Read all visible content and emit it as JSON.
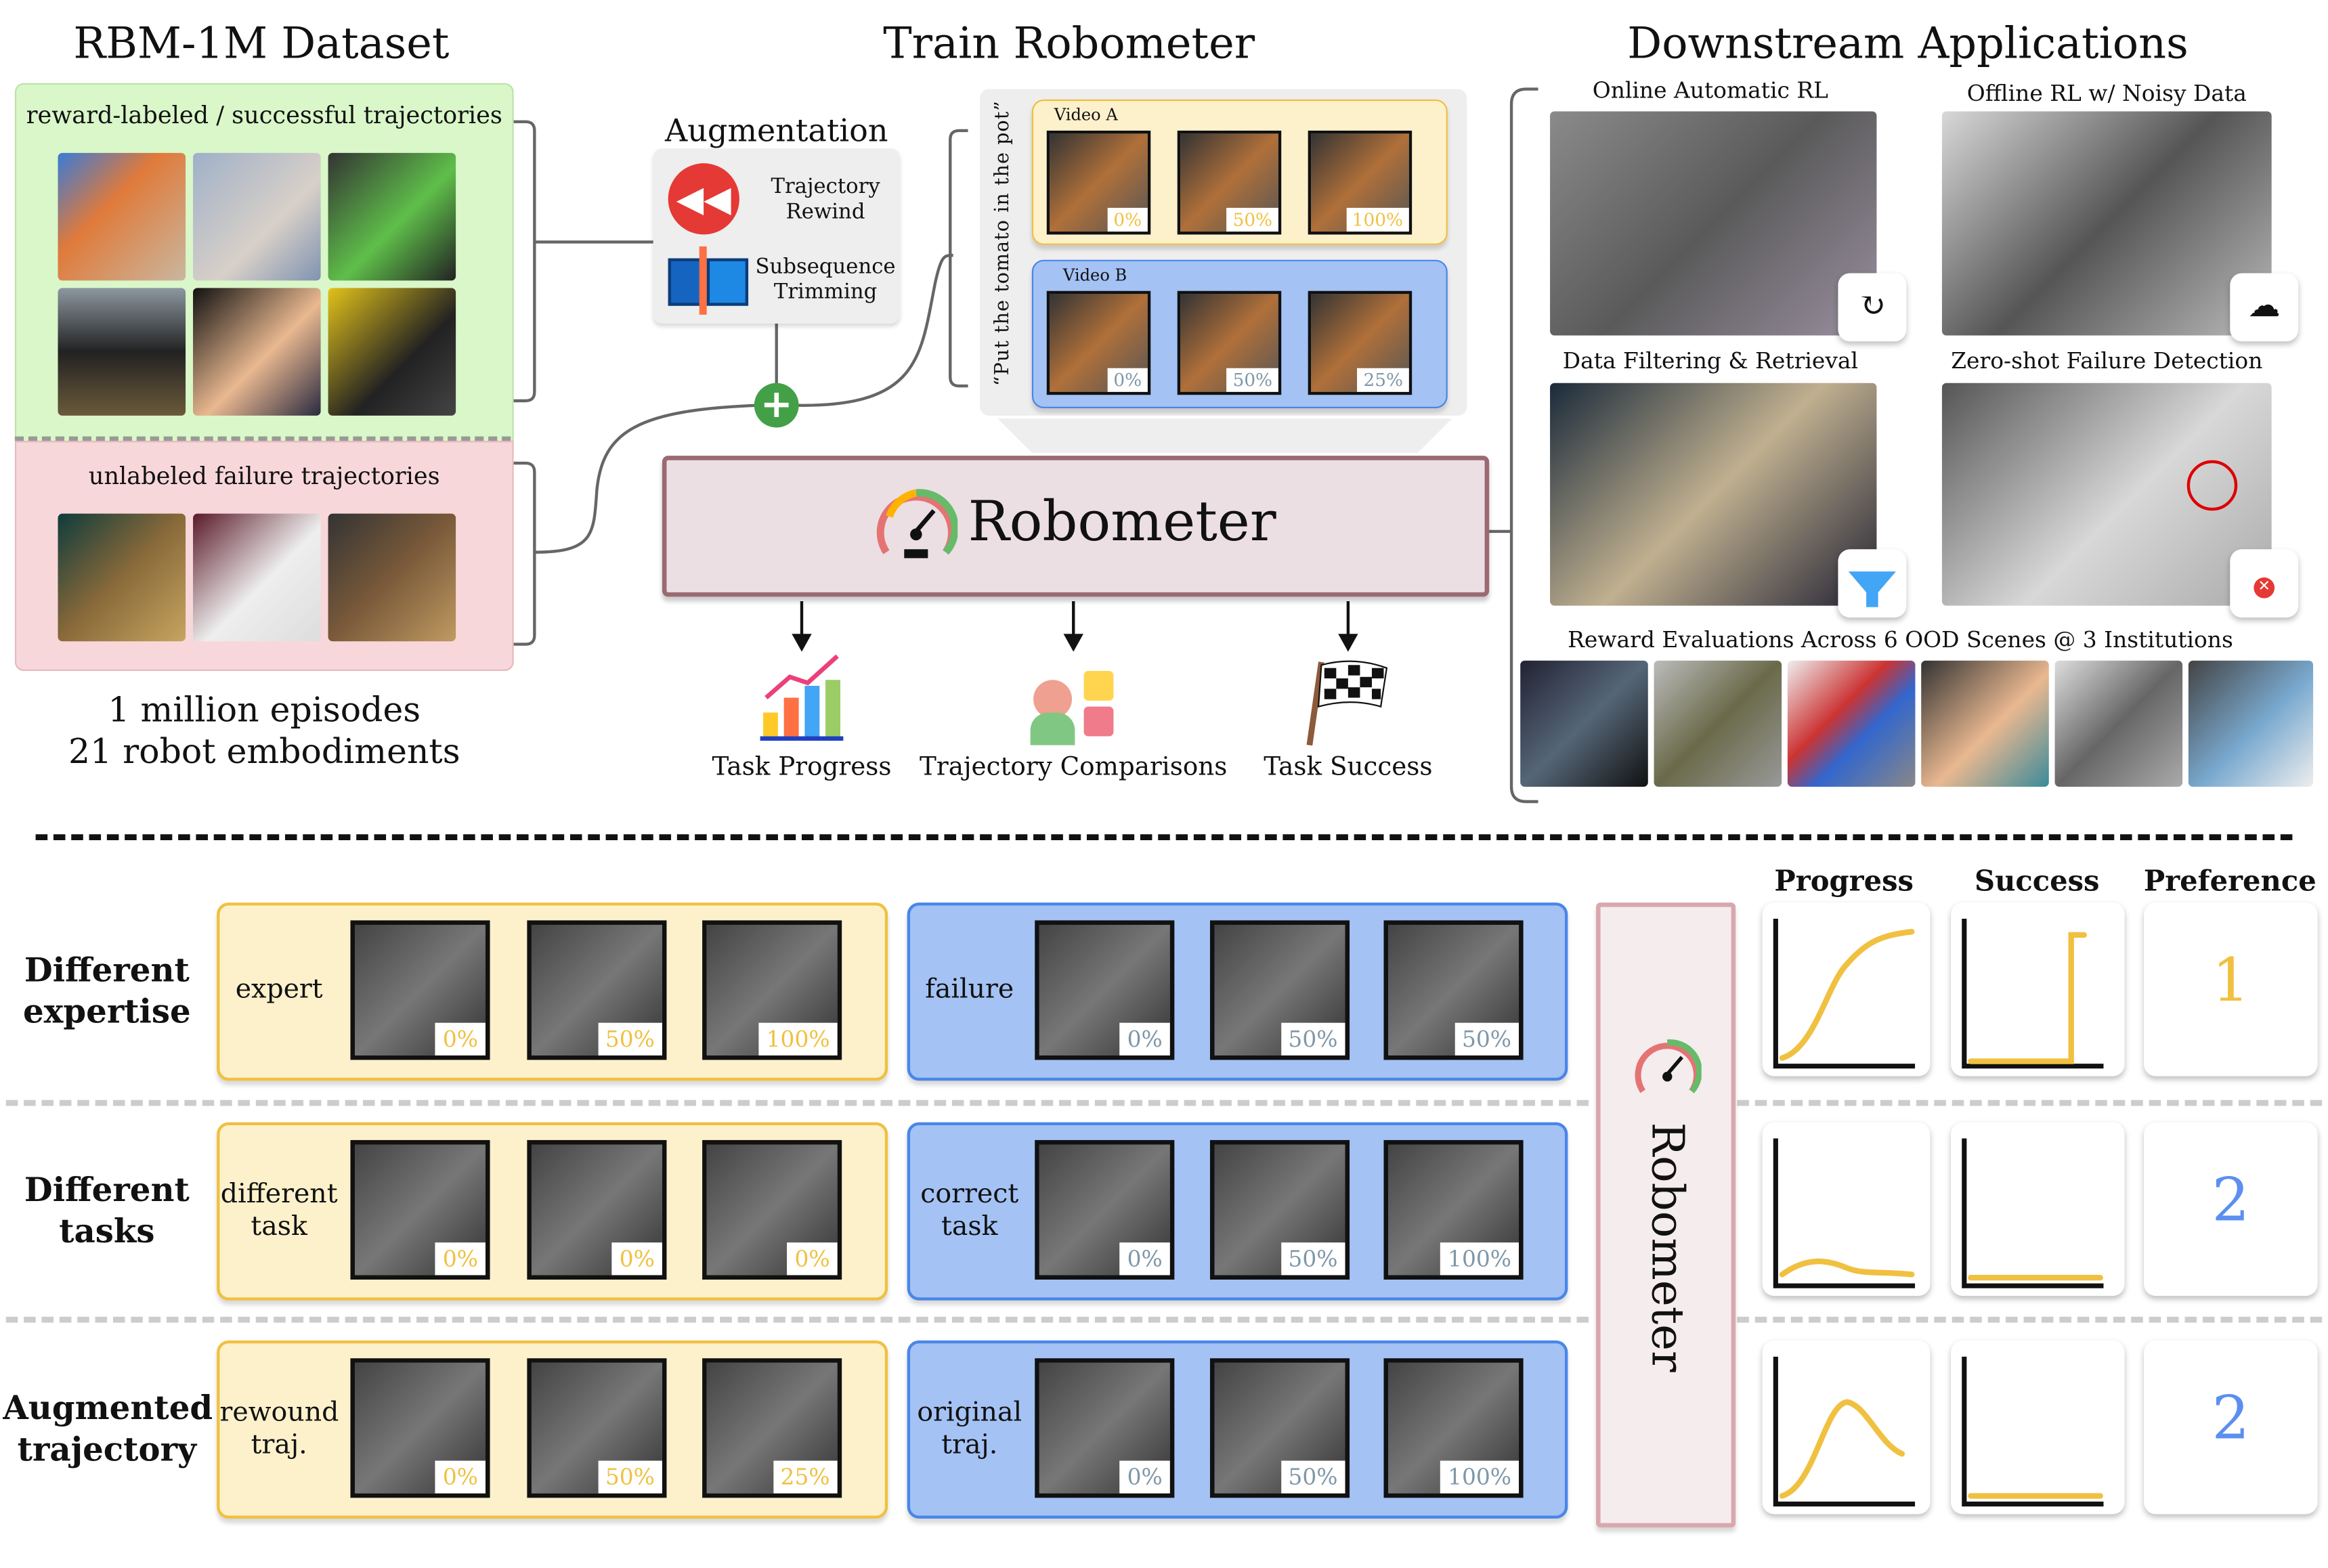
{
  "top": {
    "dataset": {
      "title": "RBM-1M Dataset",
      "success_label": "reward-labeled / successful trajectories",
      "failure_label": "unlabeled failure trajectories",
      "stats": [
        "1 million episodes",
        "21 robot embodiments"
      ]
    },
    "train": {
      "title": "Train Robometer",
      "augmentation": {
        "title": "Augmentation",
        "items": [
          {
            "label": "Trajectory Rewind",
            "icon": "rewind-icon"
          },
          {
            "label": "Subsequence Trimming",
            "icon": "film-trim-icon"
          }
        ]
      },
      "instruction": "“Put the tomato in the pot”",
      "videos": [
        {
          "label": "Video A",
          "progress": [
            "0%",
            "50%",
            "100%"
          ]
        },
        {
          "label": "Video B",
          "progress": [
            "0%",
            "50%",
            "25%"
          ]
        }
      ],
      "model_name": "Robometer",
      "outputs": [
        {
          "label": "Task Progress",
          "icon": "bar-chart-trend-icon"
        },
        {
          "label": "Trajectory Comparisons",
          "icon": "person-compare-icon"
        },
        {
          "label": "Task Success",
          "icon": "checkered-flag-icon"
        }
      ]
    },
    "downstream": {
      "title": "Downstream Applications",
      "apps": [
        {
          "label": "Online Automatic RL",
          "icon": "rl-loop-icon"
        },
        {
          "label": "Offline RL w/ Noisy Data",
          "icon": "brain-robot-icon"
        },
        {
          "label": "Data Filtering & Retrieval",
          "icon": "funnel-icon"
        },
        {
          "label": "Zero-shot Failure Detection",
          "icon": "robot-fail-icon"
        }
      ],
      "eval_label": "Reward Evaluations Across 6 OOD Scenes @ 3 Institutions"
    }
  },
  "bottom": {
    "headers": [
      "Progress",
      "Success",
      "Preference"
    ],
    "model_name": "Robometer",
    "colors": {
      "yellow": "#f0c040",
      "blue": "#5b8ff0",
      "curve": "#f0c040"
    },
    "rows": [
      {
        "label": "Different expertise",
        "a": {
          "label": "expert",
          "progress": [
            "0%",
            "50%",
            "100%"
          ]
        },
        "b": {
          "label": "failure",
          "progress": [
            "0%",
            "50%",
            "50%"
          ]
        },
        "progress_curve": "sigmoid-rise",
        "success_curve": "step-up",
        "preference": "1"
      },
      {
        "label": "Different tasks",
        "a": {
          "label": "different task",
          "progress": [
            "0%",
            "0%",
            "0%"
          ]
        },
        "b": {
          "label": "correct task",
          "progress": [
            "0%",
            "50%",
            "100%"
          ]
        },
        "progress_curve": "flat-bump",
        "success_curve": "flat-low",
        "preference": "2"
      },
      {
        "label": "Augmented trajectory",
        "a": {
          "label": "rewound traj.",
          "progress": [
            "0%",
            "50%",
            "25%"
          ]
        },
        "b": {
          "label": "original traj.",
          "progress": [
            "0%",
            "50%",
            "100%"
          ]
        },
        "progress_curve": "rise-fall",
        "success_curve": "flat-low",
        "preference": "2"
      }
    ]
  }
}
